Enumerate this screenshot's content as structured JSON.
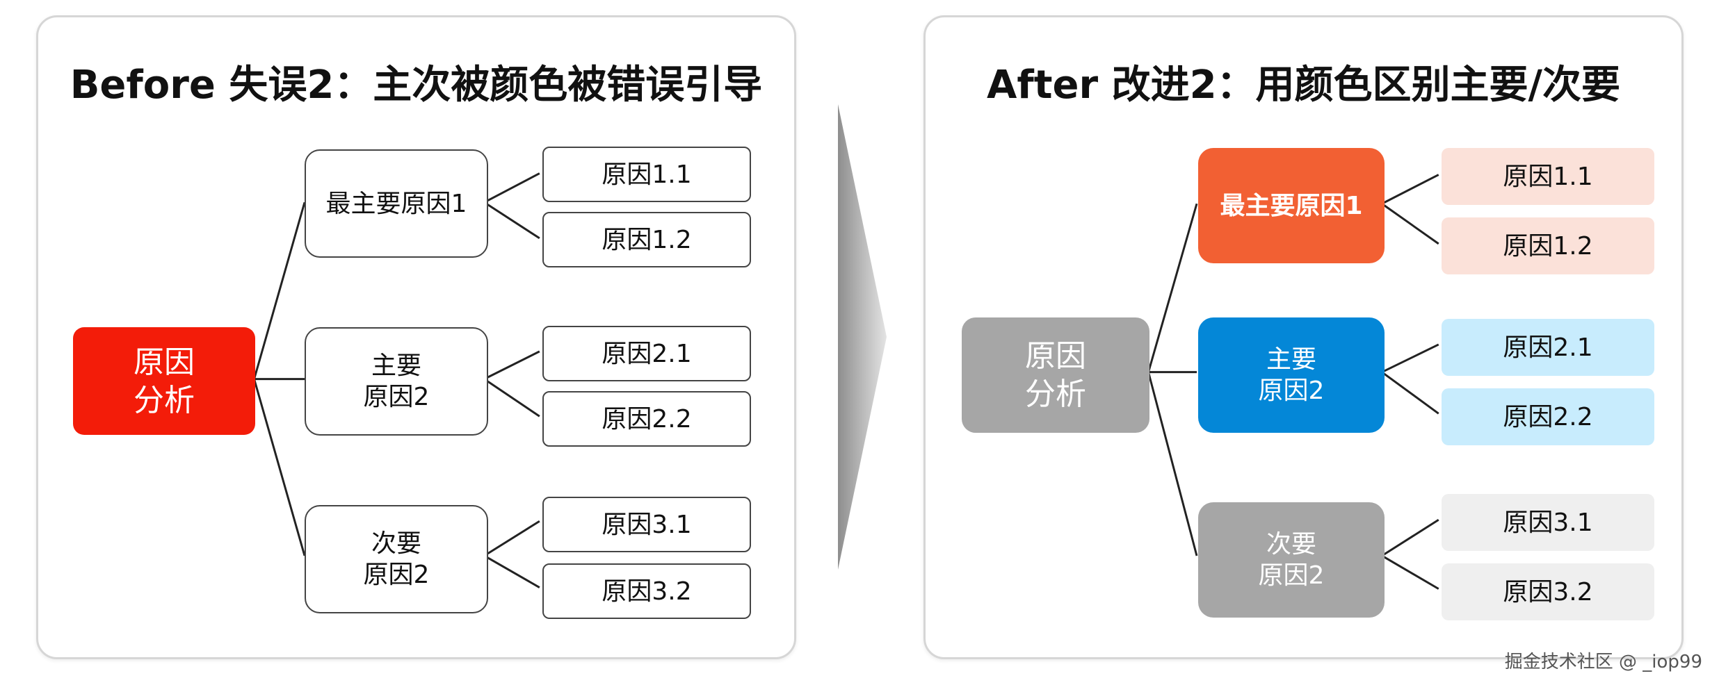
{
  "before": {
    "title": "Before 失误2：主次被颜色被错误引导",
    "root": "原因\n分析",
    "groups": [
      {
        "label": "最主要原因1",
        "leaves": [
          "原因1.1",
          "原因1.2"
        ]
      },
      {
        "label": "主要\n原因2",
        "leaves": [
          "原因2.1",
          "原因2.2"
        ]
      },
      {
        "label": "次要\n原因2",
        "leaves": [
          "原因3.1",
          "原因3.2"
        ]
      }
    ]
  },
  "after": {
    "title": "After 改进2：用颜色区别主要/次要",
    "root": "原因\n分析",
    "groups": [
      {
        "label": "最主要原因1",
        "leaves": [
          "原因1.1",
          "原因1.2"
        ]
      },
      {
        "label": "主要\n原因2",
        "leaves": [
          "原因2.1",
          "原因2.2"
        ]
      },
      {
        "label": "次要\n原因2",
        "leaves": [
          "原因3.1",
          "原因3.2"
        ]
      }
    ]
  },
  "colors": {
    "before_root": "#f31c09",
    "after_root": "#a6a6a6",
    "after_primary": "#f26033",
    "after_major": "#0487d7",
    "after_minor": "#a6a6a6",
    "after_primary_leaf": "#fbe1d9",
    "after_major_leaf": "#c8ecfd",
    "after_minor_leaf": "#efefef"
  },
  "watermark": "掘金技术社区 @ _iop99"
}
